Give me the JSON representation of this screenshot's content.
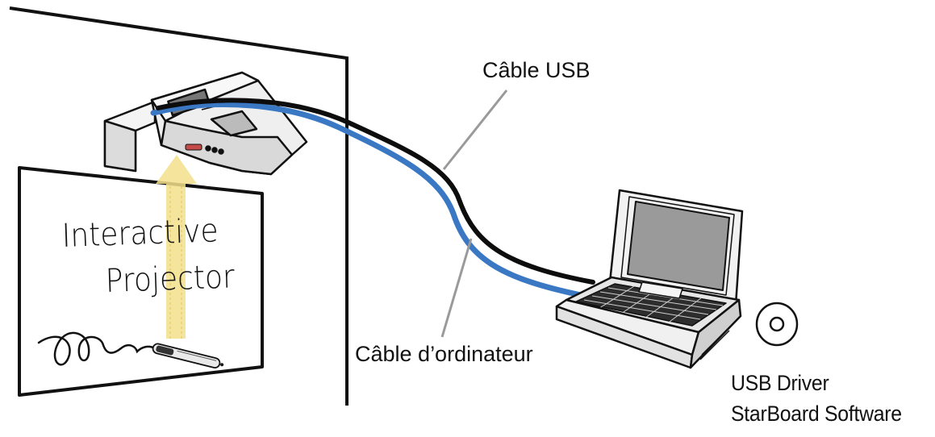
{
  "labels": {
    "usb_cable": "Câble USB",
    "computer_cable": "Câble d’ordinateur",
    "usb_driver": "USB Driver",
    "starboard_software": "StarBoard Software"
  },
  "whiteboard": {
    "line1": "Interactive",
    "line2": "Projector"
  },
  "colors": {
    "usb_cable": "#0d0d0d",
    "computer_cable": "#3a78c4",
    "leader_lines": "#9a9a9a",
    "light_beam": "#f4e08a"
  }
}
